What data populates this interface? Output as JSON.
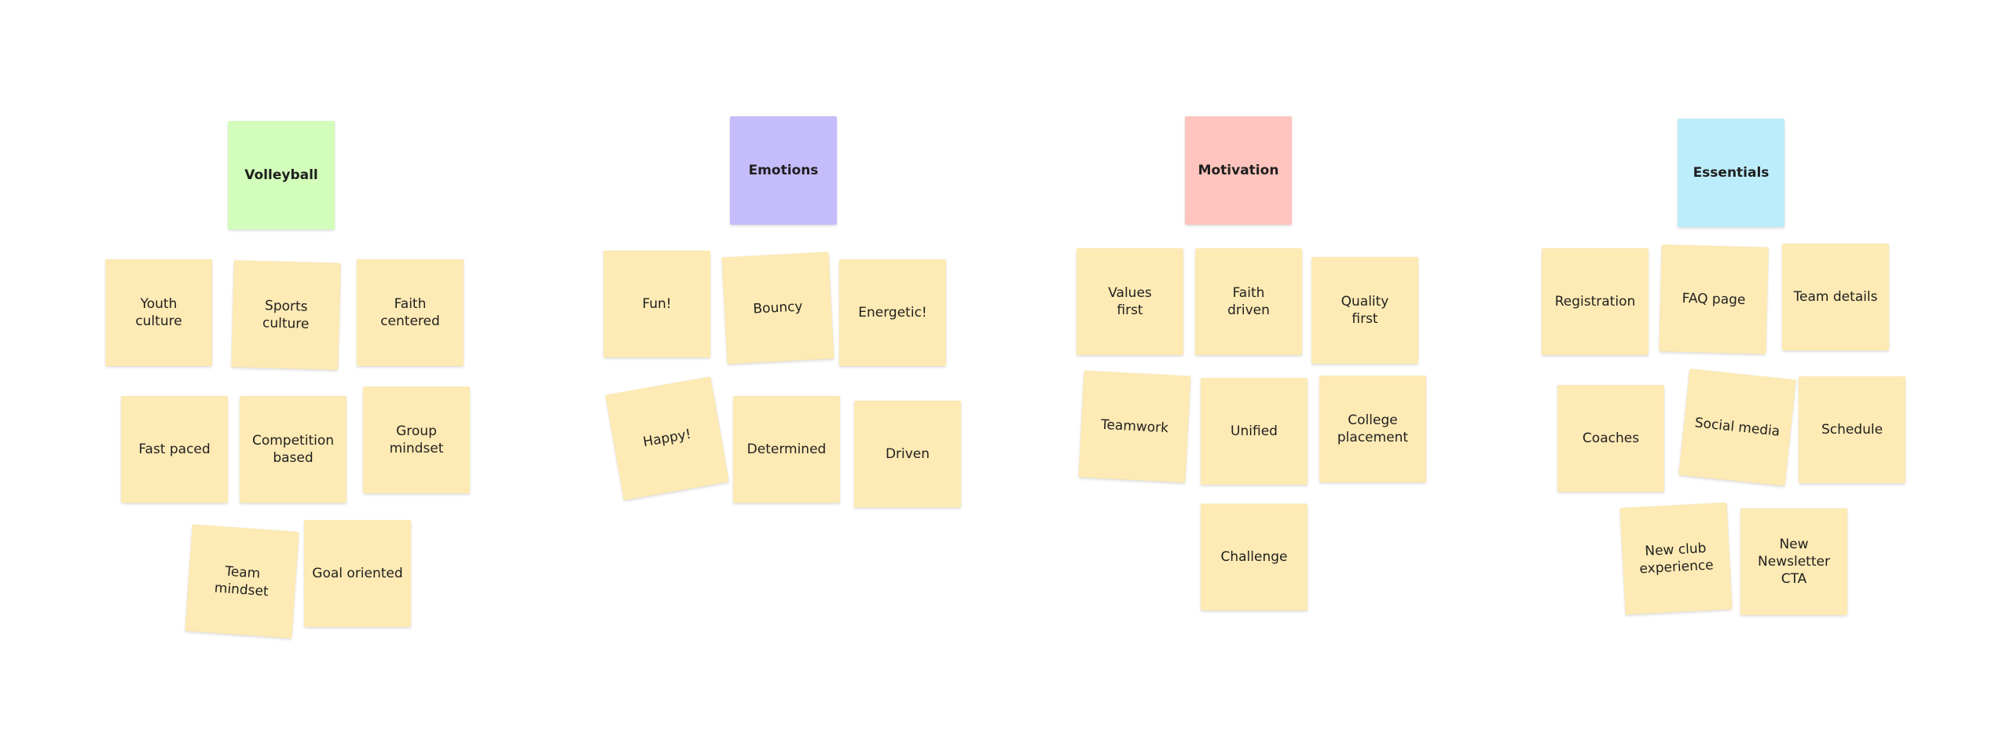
{
  "colors": {
    "sticky": "#fdeab4",
    "volleyball": "#d3fdbb",
    "emotions": "#c5bdfb",
    "motivation": "#ffc4bd",
    "essentials": "#bcedfb"
  },
  "groups": {
    "volleyball": {
      "title": "Volleyball",
      "notes": [
        "Youth\nculture",
        "Sports\nculture",
        "Faith\ncentered",
        "Fast paced",
        "Competition\nbased",
        "Group\nmindset",
        "Team\nmindset",
        "Goal oriented"
      ]
    },
    "emotions": {
      "title": "Emotions",
      "notes": [
        "Fun!",
        "Bouncy",
        "Energetic!",
        "Happy!",
        "Determined",
        "Driven"
      ]
    },
    "motivation": {
      "title": "Motivation",
      "notes": [
        "Values\nfirst",
        "Faith\ndriven",
        "Quality\nfirst",
        "Teamwork",
        "Unified",
        "College\nplacement",
        "Challenge"
      ]
    },
    "essentials": {
      "title": "Essentials",
      "notes": [
        "Registration",
        "FAQ page",
        "Team details",
        "Coaches",
        "Social media",
        "Schedule",
        "New club\nexperience",
        "New\nNewsletter\nCTA"
      ]
    }
  }
}
